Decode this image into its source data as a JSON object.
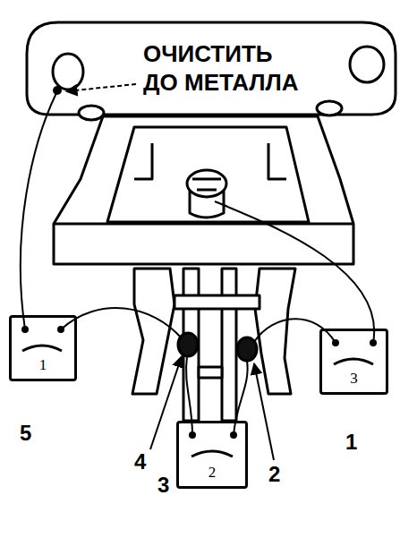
{
  "diagram": {
    "nodes": [
      {
        "text": [
          "1"
        ]
      },
      {
        "text": [
          "3"
        ]
      },
      {
        "text": [
          "2"
        ]
      }
    ],
    "labels": [
      "ОЧИСТИТЬ ДО МЕТАЛЛА",
      "5",
      "4",
      "3",
      "2",
      "1"
    ]
  }
}
